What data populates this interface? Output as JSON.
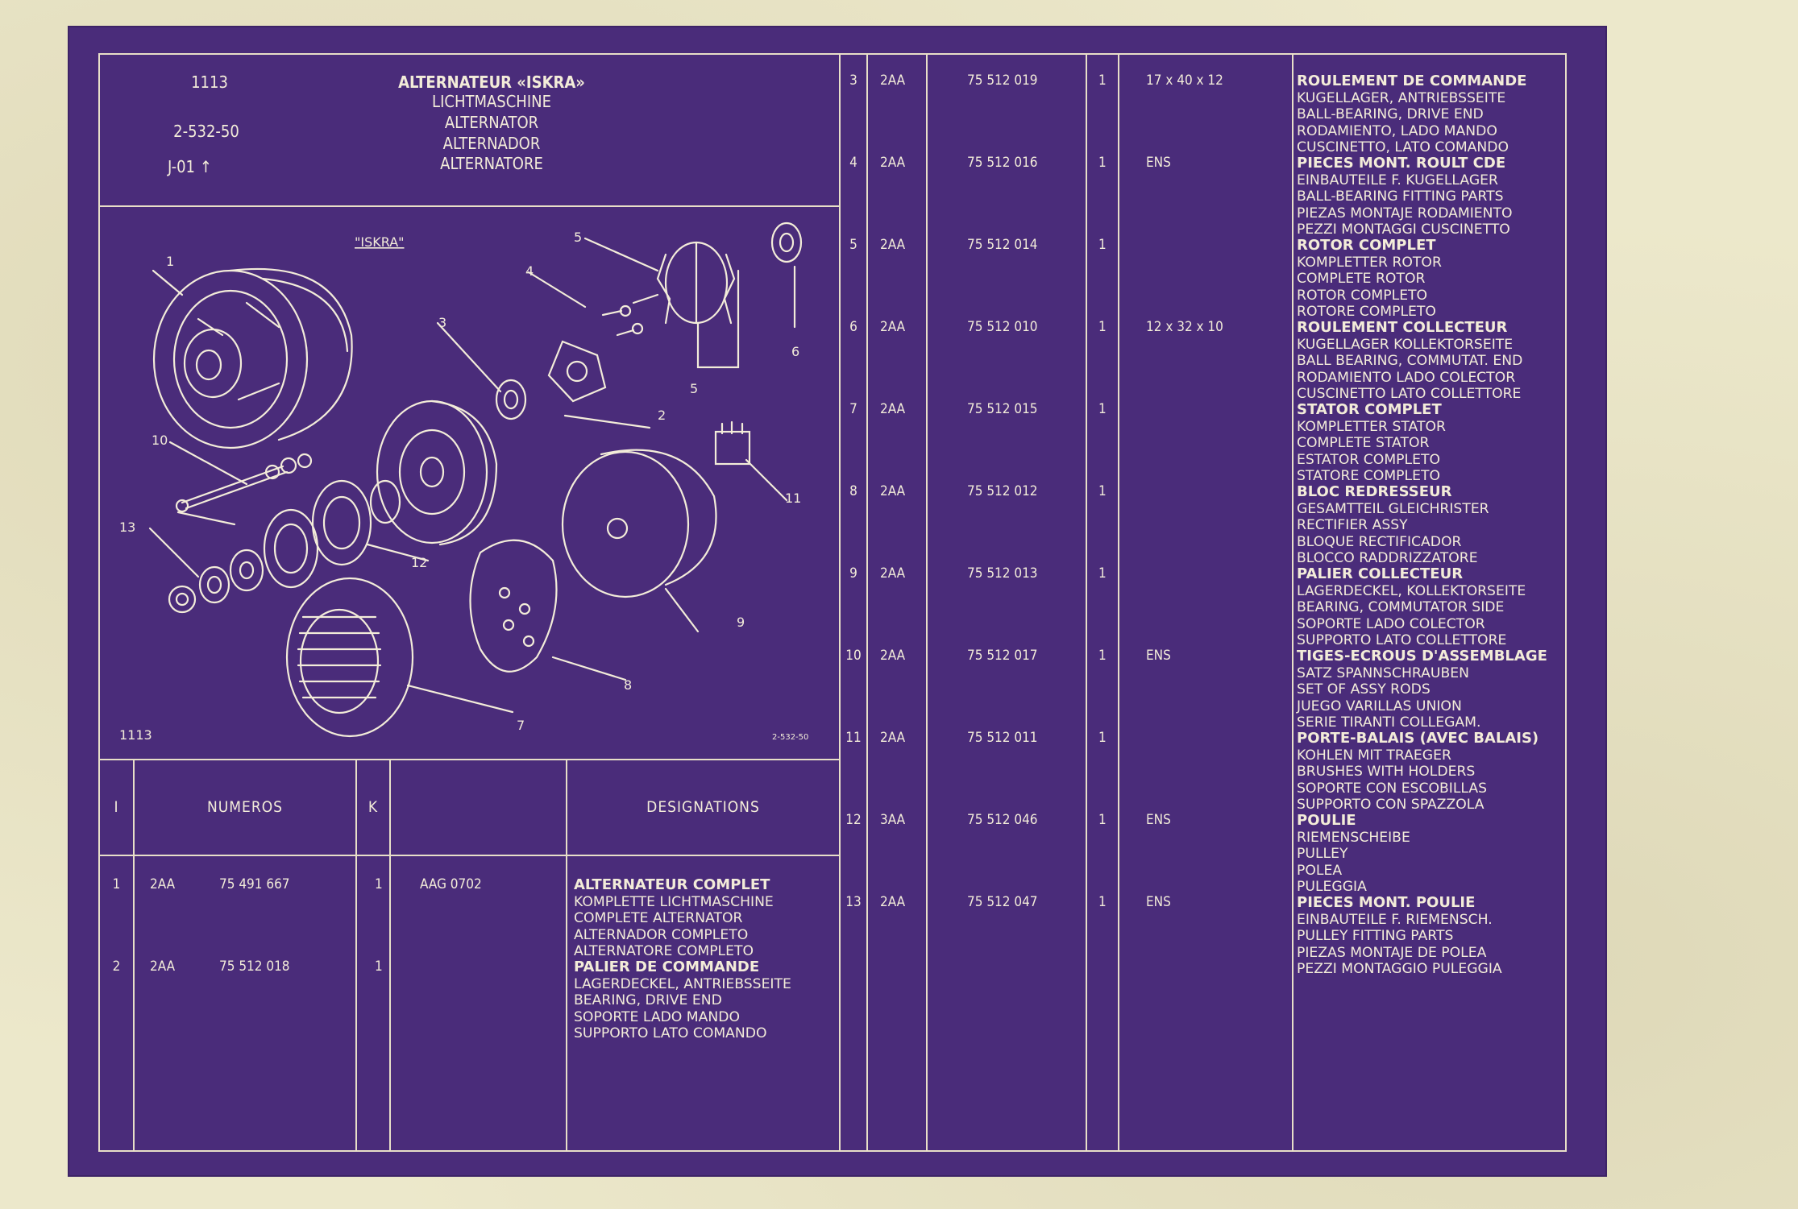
{
  "header": {
    "ref_number": "1113",
    "code": "2-532-50",
    "version": "J-01",
    "version_arrow": "↑",
    "titles": [
      "ALTERNATEUR «ISKRA»",
      "LICHTMASCHINE",
      "ALTERNATOR",
      "ALTERNADOR",
      "ALTERNATORE"
    ]
  },
  "diagram": {
    "brand_label": "\"ISKRA\"",
    "footer_left": "1113",
    "footer_right": "2-532-50",
    "callouts": [
      "1",
      "2",
      "3",
      "4",
      "5",
      "5",
      "6",
      "7",
      "8",
      "9",
      "10",
      "11",
      "12",
      "13"
    ]
  },
  "table_header": {
    "index": "I",
    "numeros": "NUMEROS",
    "k": "K",
    "designations": "DESIGNATIONS"
  },
  "left_rows": [
    {
      "index": "1",
      "prefix": "2AA",
      "number": "75 491 667",
      "qty": "1",
      "spec": "AAG 0702",
      "designation": [
        "ALTERNATEUR COMPLET",
        "KOMPLETTE LICHTMASCHINE",
        "COMPLETE ALTERNATOR",
        "ALTERNADOR COMPLETO",
        "ALTERNATORE COMPLETO"
      ]
    },
    {
      "index": "2",
      "prefix": "2AA",
      "number": "75 512 018",
      "qty": "1",
      "spec": "",
      "designation": [
        "PALIER DE COMMANDE",
        "LAGERDECKEL, ANTRIEBSSEITE",
        "BEARING, DRIVE END",
        "SOPORTE LADO MANDO",
        "SUPPORTO LATO COMANDO"
      ]
    }
  ],
  "right_rows": [
    {
      "index": "3",
      "prefix": "2AA",
      "number": "75 512 019",
      "qty": "1",
      "spec": "17 x 40 x 12",
      "designation": [
        "ROULEMENT DE COMMANDE",
        "KUGELLAGER, ANTRIEBSSEITE",
        "BALL-BEARING, DRIVE END",
        "RODAMIENTO, LADO MANDO",
        "CUSCINETTO, LATO COMANDO"
      ]
    },
    {
      "index": "4",
      "prefix": "2AA",
      "number": "75 512 016",
      "qty": "1",
      "spec": "ENS",
      "designation": [
        "PIECES MONT. ROULT CDE",
        "EINBAUTEILE F. KUGELLAGER",
        "BALL-BEARING FITTING PARTS",
        "PIEZAS MONTAJE RODAMIENTO",
        "PEZZI MONTAGGI CUSCINETTO"
      ]
    },
    {
      "index": "5",
      "prefix": "2AA",
      "number": "75 512 014",
      "qty": "1",
      "spec": "",
      "designation": [
        "ROTOR COMPLET",
        "KOMPLETTER ROTOR",
        "COMPLETE ROTOR",
        "ROTOR COMPLETO",
        "ROTORE COMPLETO"
      ]
    },
    {
      "index": "6",
      "prefix": "2AA",
      "number": "75 512 010",
      "qty": "1",
      "spec": "12 x 32 x 10",
      "designation": [
        "ROULEMENT COLLECTEUR",
        "KUGELLAGER KOLLEKTORSEITE",
        "BALL BEARING, COMMUTAT. END",
        "RODAMIENTO LADO COLECTOR",
        "CUSCINETTO LATO COLLETTORE"
      ]
    },
    {
      "index": "7",
      "prefix": "2AA",
      "number": "75 512 015",
      "qty": "1",
      "spec": "",
      "designation": [
        "STATOR COMPLET",
        "KOMPLETTER STATOR",
        "COMPLETE STATOR",
        "ESTATOR COMPLETO",
        "STATORE COMPLETO"
      ]
    },
    {
      "index": "8",
      "prefix": "2AA",
      "number": "75 512 012",
      "qty": "1",
      "spec": "",
      "designation": [
        "BLOC REDRESSEUR",
        "GESAMTTEIL GLEICHRISTER",
        "RECTIFIER ASSY",
        "BLOQUE RECTIFICADOR",
        "BLOCCO RADDRIZZATORE"
      ]
    },
    {
      "index": "9",
      "prefix": "2AA",
      "number": "75 512 013",
      "qty": "1",
      "spec": "",
      "designation": [
        "PALIER COLLECTEUR",
        "LAGERDECKEL, KOLLEKTORSEITE",
        "BEARING, COMMUTATOR SIDE",
        "SOPORTE LADO COLECTOR",
        "SUPPORTO LATO COLLETTORE"
      ]
    },
    {
      "index": "10",
      "prefix": "2AA",
      "number": "75 512 017",
      "qty": "1",
      "spec": "ENS",
      "designation": [
        "TIGES-ECROUS D'ASSEMBLAGE",
        "SATZ SPANNSCHRAUBEN",
        "SET OF ASSY RODS",
        "JUEGO VARILLAS UNION",
        "SERIE TIRANTI COLLEGAM."
      ]
    },
    {
      "index": "11",
      "prefix": "2AA",
      "number": "75 512 011",
      "qty": "1",
      "spec": "",
      "designation": [
        "PORTE-BALAIS (AVEC BALAIS)",
        "KOHLEN MIT TRAEGER",
        "BRUSHES WITH HOLDERS",
        "SOPORTE CON ESCOBILLAS",
        "SUPPORTO CON SPAZZOLA"
      ]
    },
    {
      "index": "12",
      "prefix": "3AA",
      "number": "75 512 046",
      "qty": "1",
      "spec": "ENS",
      "designation": [
        "POULIE",
        "RIEMENSCHEIBE",
        "PULLEY",
        "POLEA",
        "PULEGGIA"
      ]
    },
    {
      "index": "13",
      "prefix": "2AA",
      "number": "75 512 047",
      "qty": "1",
      "spec": "ENS",
      "designation": [
        "PIECES MONT. POULIE",
        "EINBAUTEILE F. RIEMENSCH.",
        "PULLEY FITTING PARTS",
        "PIEZAS MONTAJE DE POLEA",
        "PEZZI MONTAGGIO PULEGGIA"
      ]
    }
  ]
}
